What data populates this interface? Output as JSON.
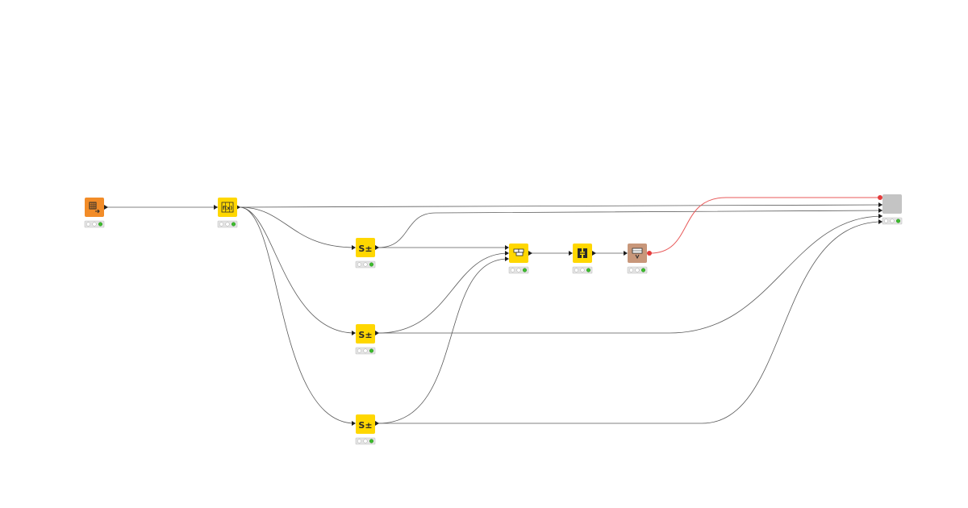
{
  "workflow": {
    "nodes": [
      {
        "id": "table-reader",
        "kind": "source",
        "icon": "table-reader-icon",
        "glyph": "▦",
        "color": "#f28c28",
        "status": [
          "off",
          "off",
          "green"
        ]
      },
      {
        "id": "column-expression",
        "kind": "manipulator",
        "icon": "column-expression-icon",
        "glyph": "f(x)",
        "color": "#ffd700",
        "status": [
          "off",
          "off",
          "green"
        ]
      },
      {
        "id": "string-manipulation-1",
        "kind": "manipulator",
        "icon": "string-manipulation-icon",
        "glyph": "S±",
        "color": "#ffd700",
        "status": [
          "off",
          "off",
          "green"
        ]
      },
      {
        "id": "string-manipulation-2",
        "kind": "manipulator",
        "icon": "string-manipulation-icon",
        "glyph": "S±",
        "color": "#ffd700",
        "status": [
          "off",
          "off",
          "green"
        ]
      },
      {
        "id": "string-manipulation-3",
        "kind": "manipulator",
        "icon": "string-manipulation-icon",
        "glyph": "S±",
        "color": "#ffd700",
        "status": [
          "off",
          "off",
          "green"
        ]
      },
      {
        "id": "concatenate",
        "kind": "manipulator",
        "icon": "concatenate-icon",
        "glyph": "⊞",
        "color": "#ffd700",
        "status": [
          "off",
          "off",
          "green"
        ]
      },
      {
        "id": "joiner",
        "kind": "manipulator",
        "icon": "joiner-icon",
        "glyph": "⊐",
        "color": "#ffd700",
        "status": [
          "off",
          "off",
          "green"
        ]
      },
      {
        "id": "table-to-flow-variable",
        "kind": "utility",
        "icon": "table-to-variable-icon",
        "glyph": "▭",
        "color": "#c8977a",
        "status": [
          "off",
          "off",
          "green"
        ]
      },
      {
        "id": "component-output",
        "kind": "component",
        "icon": "component-icon",
        "glyph": "",
        "color": "#c4c4c4",
        "status": [
          "off",
          "off",
          "green"
        ]
      }
    ],
    "connections": [
      {
        "from": "table-reader",
        "to": "column-expression",
        "type": "data"
      },
      {
        "from": "column-expression",
        "to": "component-output",
        "type": "data"
      },
      {
        "from": "column-expression",
        "to": "string-manipulation-1",
        "type": "data"
      },
      {
        "from": "column-expression",
        "to": "string-manipulation-2",
        "type": "data"
      },
      {
        "from": "column-expression",
        "to": "string-manipulation-3",
        "type": "data"
      },
      {
        "from": "string-manipulation-1",
        "to": "component-output",
        "type": "data"
      },
      {
        "from": "string-manipulation-1",
        "to": "concatenate",
        "type": "data"
      },
      {
        "from": "string-manipulation-2",
        "to": "concatenate",
        "type": "data"
      },
      {
        "from": "string-manipulation-3",
        "to": "concatenate",
        "type": "data"
      },
      {
        "from": "concatenate",
        "to": "joiner",
        "type": "data"
      },
      {
        "from": "joiner",
        "to": "table-to-flow-variable",
        "type": "data"
      },
      {
        "from": "table-to-flow-variable",
        "to": "component-output",
        "type": "flow-variable"
      },
      {
        "from": "string-manipulation-2",
        "to": "component-output",
        "type": "data"
      },
      {
        "from": "string-manipulation-3",
        "to": "component-output",
        "type": "data"
      }
    ],
    "colors": {
      "data_connection": "#5a5a5a",
      "variable_connection": "#e85a5a",
      "status_green": "#3dbd2e"
    }
  }
}
